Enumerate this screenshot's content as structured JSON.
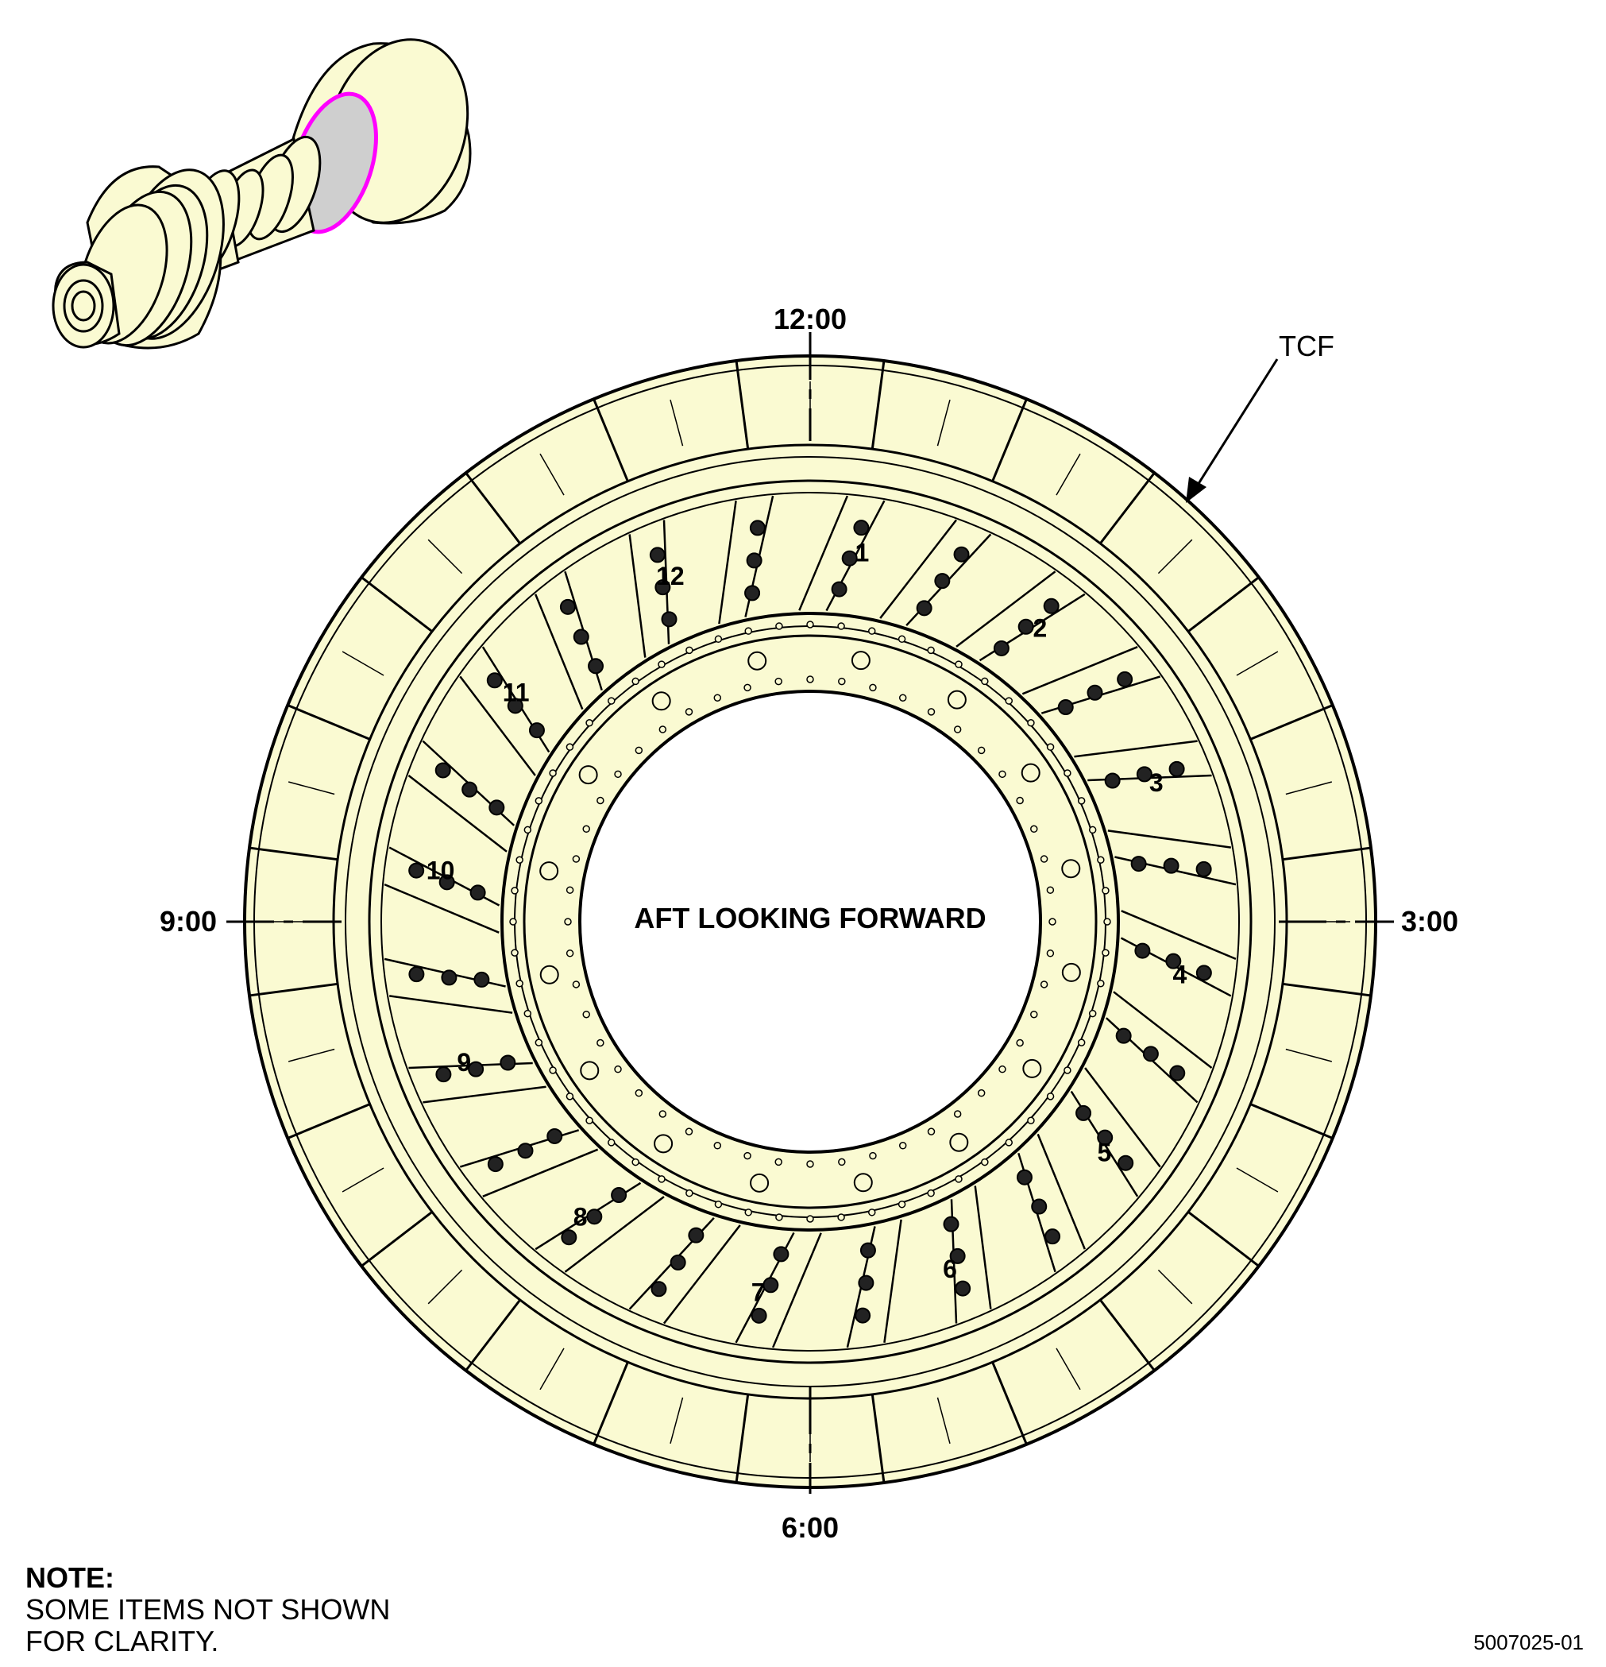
{
  "clock_labels": {
    "top": "12:00",
    "right": "3:00",
    "bottom": "6:00",
    "left": "9:00"
  },
  "center_label": "AFT LOOKING FORWARD",
  "callout_label": "TCF",
  "vane_numbers": [
    "1",
    "2",
    "3",
    "4",
    "5",
    "6",
    "7",
    "8",
    "9",
    "10",
    "11",
    "12"
  ],
  "note": {
    "title": "NOTE:",
    "lines": [
      "SOME ITEMS NOT SHOWN",
      "FOR CLARITY."
    ]
  },
  "figure_id": "5007025-01",
  "colors": {
    "part_fill": "#fafad2",
    "outline": "#000000",
    "highlight": "#ff00ff",
    "highlight_fill": "#cfcfcf"
  }
}
